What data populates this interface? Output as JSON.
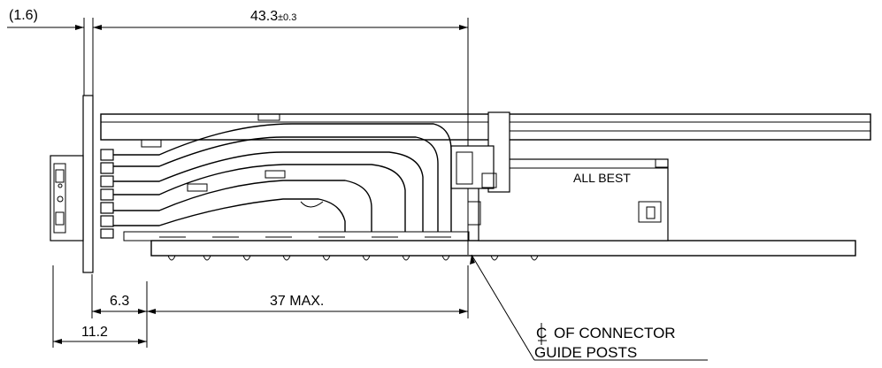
{
  "dimensions": {
    "flange_thickness": "(1.6)",
    "overall_length": "43.3",
    "overall_length_tolerance": "±0.3",
    "offset_small": "6.3",
    "max_length": "37 MAX.",
    "offset_large": "11.2"
  },
  "notes": {
    "centerline_line1": "OF CONNECTOR",
    "centerline_symbol": "C",
    "centerline_line2": "GUIDE POSTS"
  },
  "labels": {
    "brand_marking": "ALL BEST"
  }
}
